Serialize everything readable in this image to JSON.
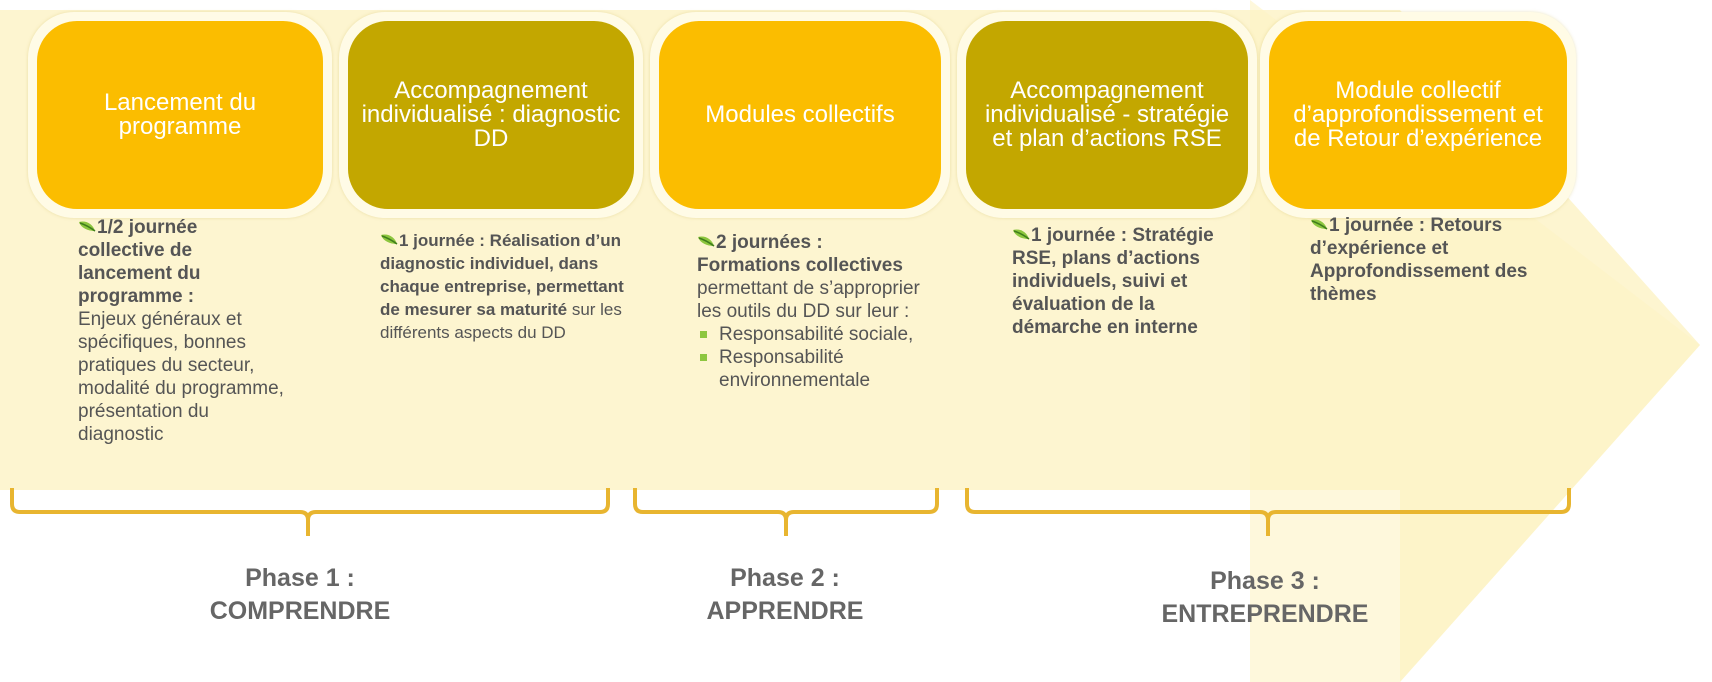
{
  "colors": {
    "gold": "#fbbd00",
    "olive": "#c3a700",
    "bracket": "#e8b530",
    "text": "#555555",
    "leaf": "#8dc63f"
  },
  "steps": [
    {
      "title": "Lancement du programme",
      "style": "gold"
    },
    {
      "title": "Accompagnement individualisé : diagnostic DD",
      "style": "olive"
    },
    {
      "title": "Modules collectifs",
      "style": "gold"
    },
    {
      "title": "Accompagnement individualisé - stratégie et plan d’actions RSE",
      "style": "olive"
    },
    {
      "title": "Module collectif d’approfondissement et de Retour d’expérience",
      "style": "gold"
    }
  ],
  "details": [
    {
      "bold": "1/2 journée collective de lancement du programme :",
      "text": "Enjeux généraux et spécifiques, bonnes pratiques du secteur, modalité du programme, présentation du diagnostic"
    },
    {
      "bold": "1 journée : Réalisation d’un diagnostic individuel, dans chaque entreprise, permettant de mesurer sa maturité",
      "text": " sur les différents aspects du DD"
    },
    {
      "bold": "2 journées : Formations collectives",
      "text": "permettant de s’approprier les outils du DD sur leur :",
      "bullets": [
        "Responsabilité sociale,",
        "Responsabilité environnementale"
      ]
    },
    {
      "bold": "1 journée : Stratégie RSE, plans d’actions individuels, suivi et évaluation de la démarche en interne"
    },
    {
      "bold": "1 journée : Retours d’expérience et Approfondissement des thèmes"
    }
  ],
  "phases": [
    {
      "line1": "Phase 1 :",
      "line2": "COMPRENDRE"
    },
    {
      "line1": "Phase 2 :",
      "line2": "APPRENDRE"
    },
    {
      "line1": "Phase 3 :",
      "line2": "ENTREPRENDRE"
    }
  ]
}
